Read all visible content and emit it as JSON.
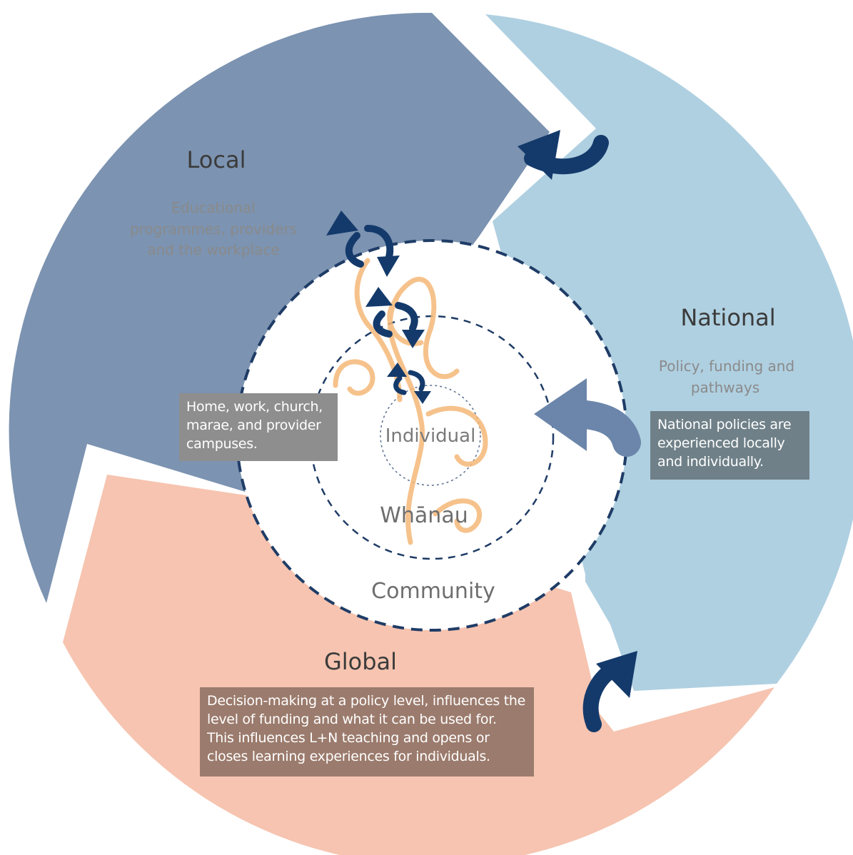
{
  "segments": {
    "local": {
      "title": "Local",
      "subtitle_lines": [
        "Educational",
        "programmes, providers",
        "and the workplace"
      ],
      "color": "#7c93b1"
    },
    "national": {
      "title": "National",
      "subtitle_lines": [
        "Policy, funding and",
        "pathways"
      ],
      "color": "#afd0e1"
    },
    "global": {
      "title": "Global",
      "color": "#f6c4b0"
    }
  },
  "rings": {
    "community": "Community",
    "whanau": "Whānau",
    "individual": "Individual"
  },
  "boxes": {
    "local": "Home, work, church, marae, and provider campuses.",
    "national": "National policies are experienced locally and individually.",
    "global": "Decision-making at a policy level, influences the level of funding and what it can be used for. This influences L+N teaching and opens or closes learning experiences for individuals."
  },
  "colors": {
    "arrow_dark": "#143a6b",
    "arrow_mid": "#6b86aa",
    "dashed_ring": "#1f3c66",
    "koru": "#f5b878",
    "box_local_bg": "#8e8e8e",
    "box_national_bg": "#6f8088",
    "box_global_bg": "#9b7b6d"
  }
}
